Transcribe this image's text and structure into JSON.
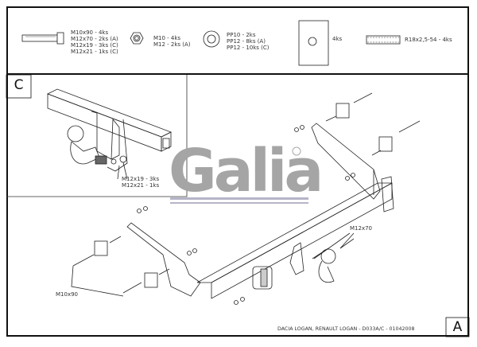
{
  "parts": {
    "bolts": [
      "M10x90 - 4ks",
      "M12x70 - 2ks (A)",
      "M12x19 - 3ks (C)",
      "M12x21 - 1ks (C)"
    ],
    "nuts": [
      "M10 - 4ks",
      "M12 - 2ks (A)"
    ],
    "washers": [
      "PP10 - 2ks",
      "PP12 - 8ks (A)",
      "PP12 - 10ks (C)"
    ],
    "plate": "4ks",
    "spacer": "R18x2,5-54 - 4ks"
  },
  "section_c": {
    "letter": "C",
    "bolt_labels": [
      "M12x19 - 3ks",
      "M12x21 - 1ks"
    ]
  },
  "section_a": {
    "letter": "A",
    "label_m12x70": "M12x70",
    "label_m10x90": "M10x90"
  },
  "logo": {
    "text": "Galia",
    "mark": "®",
    "color": "#9a9a9a"
  },
  "footer": {
    "title": "DACIA LOGAN, RENAULT LOGAN - D033A/C - 01042008"
  }
}
